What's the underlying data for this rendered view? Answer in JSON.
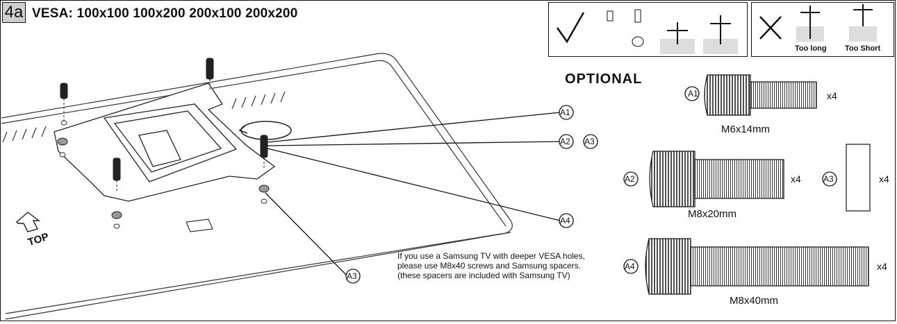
{
  "header": {
    "step": "4a",
    "title": "VESA: 100x100 100x200 200x100 200x200"
  },
  "correct_box": {
    "icon": "checkmark"
  },
  "wrong_box": {
    "icon": "cross",
    "label_too_long": "Too long",
    "label_too_short": "Too Short"
  },
  "optional_label": "OPTIONAL",
  "callouts": {
    "a1": "A1",
    "a2": "A2",
    "a3": "A3",
    "a4": "A4"
  },
  "hardware": [
    {
      "id": "A1",
      "size": "M6x14mm",
      "qty": "x4"
    },
    {
      "id": "A2",
      "size": "M8x20mm",
      "qty": "x4"
    },
    {
      "id": "A3",
      "size": "",
      "qty": "x4"
    },
    {
      "id": "A4",
      "size": "M8x40mm",
      "qty": "x4"
    }
  ],
  "top_arrow_label": "TOP",
  "note_lines": [
    "If you use a Samsung TV with deeper VESA holes,",
    "please use M8x40 screws and Samsung spacers.",
    "(these spacers are included with Samsung TV)"
  ]
}
